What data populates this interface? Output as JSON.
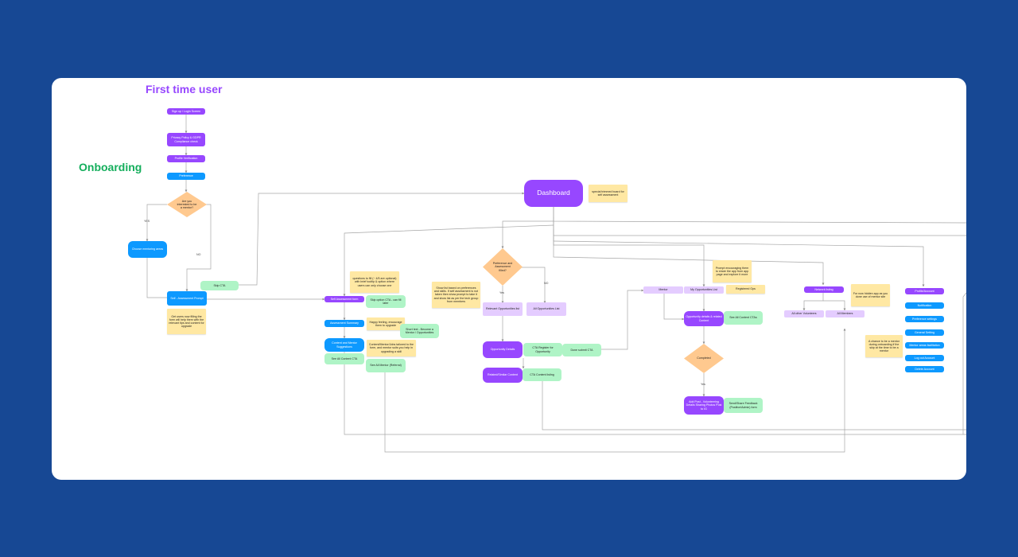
{
  "colors": {
    "background": "#174894",
    "board": "#ffffff",
    "purple": "#9747ff",
    "blue": "#0d99ff",
    "green": "#aff4c6",
    "lavender": "#e4ccff",
    "note": "#ffe8a3",
    "diamond": "#ffc98f",
    "heading_purple": "#9747ff",
    "heading_green": "#14ae5c"
  },
  "headings": {
    "first_time_user": "First time user",
    "onboarding": "Onboarding"
  },
  "nodes": {
    "signup": "Sign up / Login Screen",
    "privacy": "Privacy Policy & GDPR Compliance check",
    "profile": "Profile Verification",
    "preference": "Preference",
    "d_are_you": "Are you interested to be a mentor?",
    "choose_mentoring": "Choose mentoring areas",
    "self_prompt": "Self - Assessment Prompt",
    "note_self": "Get users now filling the form will help them with the relevant tips and content for upgrade",
    "skip_cta": "Skip CTA",
    "dashboard": "Dashboard",
    "note_dash": "special trimmed board for self assessment",
    "self_form": "Self Assessment form",
    "note_questions": "questions to fill (~ 4/5 are optional) with brief tooltip & option where users can only choose one",
    "skip_fill_later": "Skip option CTA - can fill later",
    "assessment_summary": "Assessment Summary",
    "note_happy": "Happy feeling, encourage them to upgrade",
    "note_short": "Short text - Become a Mentor / Opportunities",
    "content_suggestions": "Content and Mentor Suggestions",
    "note_content": "Content/Mentor/Jobs tailored to the form, and mentor suits you help in upgrading a skill",
    "see_all_content": "See All Content CTA",
    "see_all_mentor": "See All Mentor (Referral)",
    "d_preference": "Preference and Assessment filled?",
    "note_show": "Show list based on preferences and skills. If self assessment is not taken then show prompt to take it and show list as per the tech group from members",
    "relevant_list": "Relevant Opportunities list",
    "all_list": "All Opportunities List",
    "opp_details": "Opportunity Details",
    "cta_register": "CTA Register for Opportunity",
    "done_submit": "Done submit CTA",
    "related_content": "Related/Similar Content",
    "cta_content_listing": "CTA Content listing",
    "mentor_lav": "Mentor",
    "my_opp_list": "My Opportunities List",
    "note_prompt": "Prompt encouraging them to share the app from app page and explore it more",
    "registered_ops": "Registered Ops",
    "opp_details_related": "Opportunity details & related Content",
    "see_all_content_ctas": "See All Content CTAs",
    "d_completed": "Completed",
    "feedback_share": "Add Post - Volunteering Details Sharing Photos Post to IG",
    "feedback_cta": "Send/Share Feedback (Positive/Admin) form",
    "network_listing": "Network listing",
    "note_network": "For now hidden app as you done use of mentor site",
    "all_other_volunteers": "All other Volunteers",
    "all_members": "All Members",
    "profile_account": "Profile/Account",
    "notification": "Notification",
    "preference_settings": "Preference settings",
    "general_setting": "General Setting",
    "mentor_areas": "Mentor areas facilitation",
    "log_out": "Log out Account",
    "delete_account": "Delete Account",
    "note_profile": "A chance to be a mentor during onboarding if the skip at the time to be a mentor"
  },
  "edge_labels": {
    "yes_left": "YES",
    "no_left": "NO",
    "yes_mid": "Yes",
    "no_mid": "NO",
    "yes_completed": "Yes"
  }
}
